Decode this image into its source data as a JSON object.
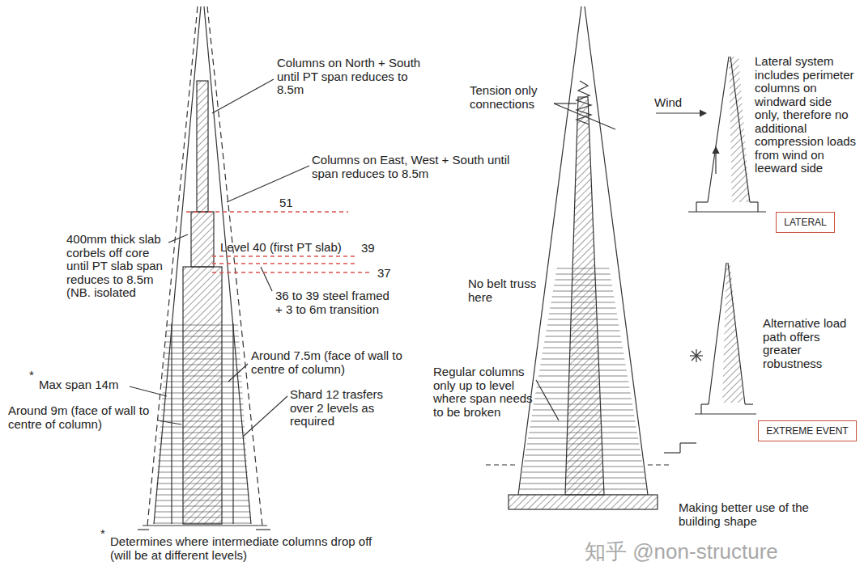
{
  "diagram": {
    "nodes": [
      {
        "text": [
          "LATERAL"
        ]
      },
      {
        "text": [
          "EXTREME EVENT"
        ]
      }
    ],
    "labels": [
      "Columns on North + South until PT span reduces to 8.5m",
      "Columns on East, West + South until span reduces to 8.5m",
      "51",
      "Level 40 (first PT slab)",
      "39",
      "37",
      "400mm thick slab corbels off core until PT slab span reduces to 8.5m (NB. isolated",
      "36 to 39 steel framed + 3 to 6m transition",
      "*",
      "Max span 14m",
      "Around 7.5m (face of wall to centre of column)",
      "Shard 12 trasfers over 2 levels as required",
      "Around 9m (face of wall to centre of column)",
      "*",
      "Determines where intermediate columns drop off (will be at different levels)",
      "Tension only connections",
      "Wind",
      "Lateral system includes perimeter columns on windward side only, therefore no additional compression loads from wind on leeward side",
      "No belt truss here",
      "Regular columns only up to level where span needs to be broken",
      "Alternative load path offers greater robustness",
      "Making better use of the building shape",
      "知乎 @non-structure"
    ]
  }
}
